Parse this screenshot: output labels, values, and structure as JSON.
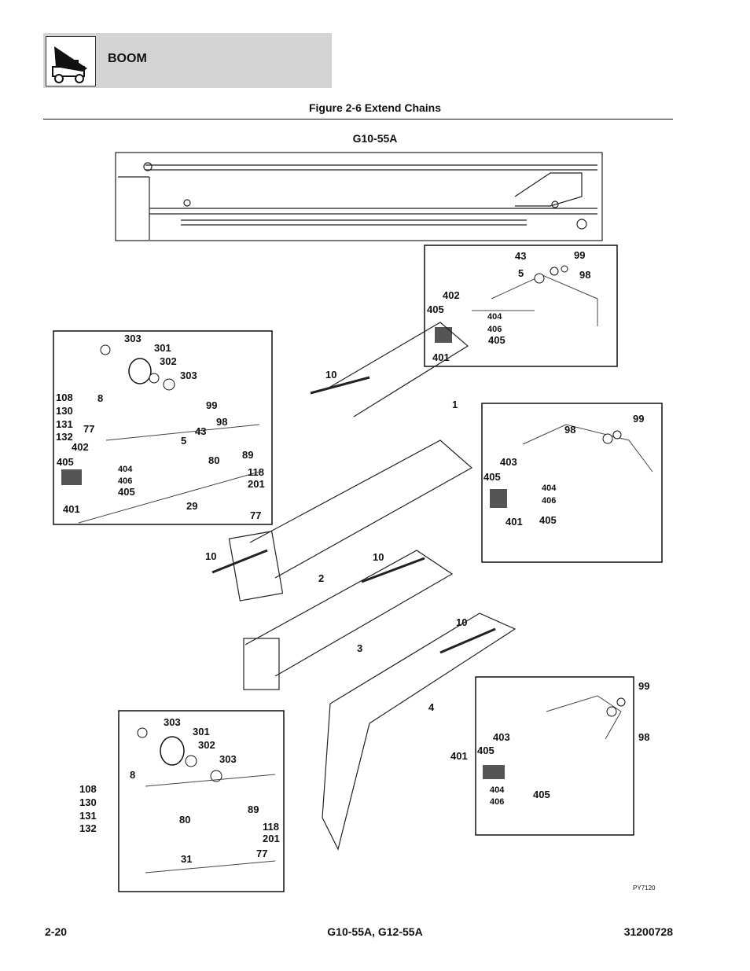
{
  "header": {
    "section": "BOOM",
    "icon": "telehandler-boom-icon"
  },
  "figure": {
    "title": "Figure 2-6 Extend Chains",
    "model": "G10-55A",
    "ref_code": "PY7120"
  },
  "detail_top_right": [
    "43",
    "99",
    "5",
    "98",
    "402",
    "405",
    "404",
    "406",
    "405",
    "401"
  ],
  "detail_left": [
    "303",
    "301",
    "302",
    "303",
    "8",
    "99",
    "108",
    "130",
    "131",
    "132",
    "98",
    "77",
    "43",
    "5",
    "402",
    "80",
    "89",
    "405",
    "404",
    "406",
    "118",
    "201",
    "405",
    "29",
    "401",
    "77"
  ],
  "detail_mid_right": [
    "98",
    "99",
    "403",
    "405",
    "404",
    "406",
    "401",
    "405"
  ],
  "detail_bottom_left": [
    "303",
    "301",
    "302",
    "303",
    "8",
    "108",
    "130",
    "131",
    "132",
    "89",
    "80",
    "118",
    "201",
    "31",
    "77"
  ],
  "detail_bottom_right": [
    "99",
    "98",
    "403",
    "405",
    "401",
    "404",
    "406",
    "405"
  ],
  "assembly": {
    "chain": "10",
    "sections": [
      "1",
      "2",
      "3",
      "4"
    ]
  },
  "footer": {
    "page": "2-20",
    "models": "G10-55A, G12-55A",
    "doc_number": "31200728"
  }
}
